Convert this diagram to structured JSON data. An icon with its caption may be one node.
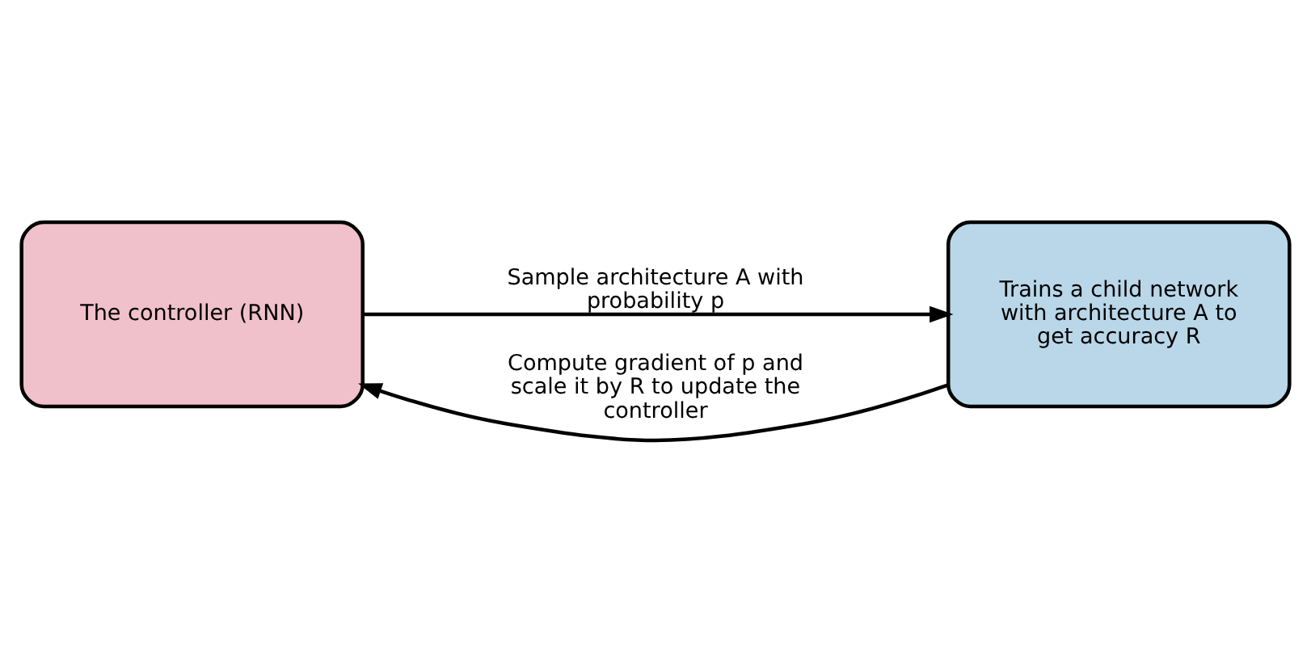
{
  "diagram": {
    "nodes": [
      {
        "text": [
          "The controller (RNN)"
        ]
      },
      {
        "text": [
          "Trains a child network with architecture A to get accuracy R"
        ]
      }
    ],
    "edges": [
      {
        "from": 0,
        "to": 1,
        "arrow": "to",
        "label": "Sample architecture A with probability p"
      },
      {
        "from": 1,
        "to": 0,
        "arrow": "to",
        "label": "Compute gradient of p and scale it by R to update the controller"
      }
    ]
  }
}
